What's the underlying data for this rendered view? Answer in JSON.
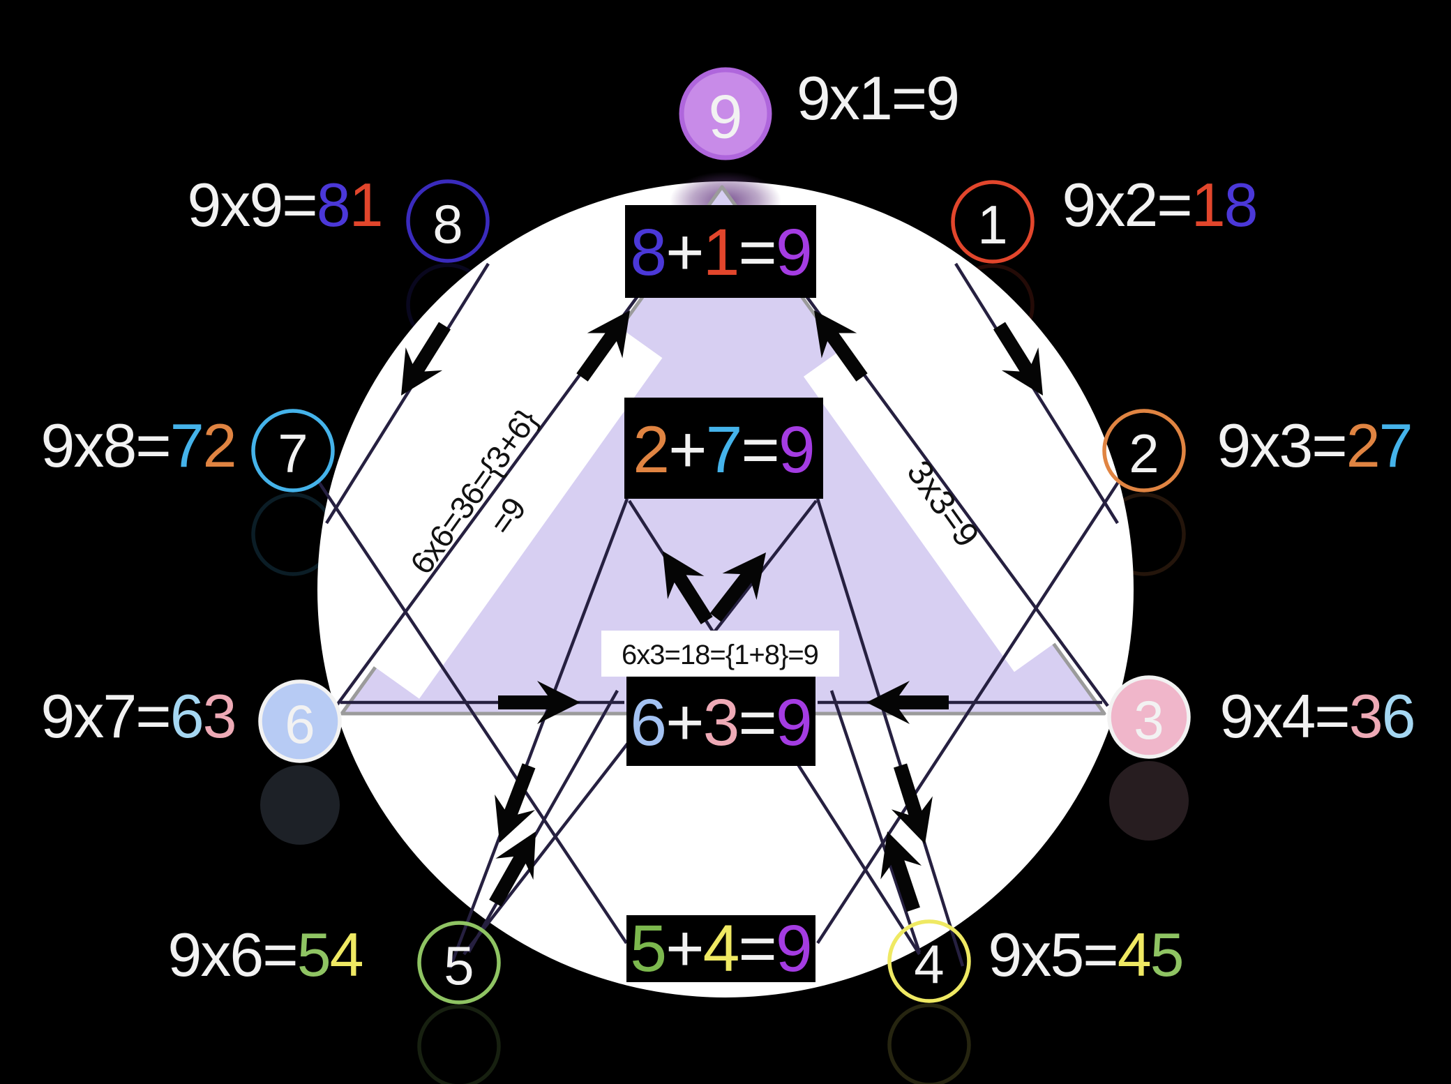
{
  "colors": {
    "white": "#f2f2f2",
    "black": "#000000",
    "indigo": "#4b38d8",
    "deep_indigo": "#3a2bbd",
    "red": "#e2462c",
    "cyan": "#45b3ea",
    "orange": "#e08442",
    "pale_blue": "#a5d7f2",
    "box_blue": "#a3c2f2",
    "pink": "#eeaab6",
    "green": "#8fc463",
    "box_green": "#7cb84e",
    "yellow": "#efe963",
    "purple": "#a43ce2",
    "node9_fill": "#c88be8",
    "node9_stroke": "#af66dc",
    "node6_fill": "#b7cbf4",
    "node3_fill": "#f0b6ca",
    "lavender": "#d7cff2",
    "triangle_edge": "#9b9b9b",
    "line": "#262040"
  },
  "nodes": {
    "n9": "9",
    "n8": "8",
    "n1": "1",
    "n7": "7",
    "n2": "2",
    "n6": "6",
    "n3": "3",
    "n5": "5",
    "n4": "4"
  },
  "outer": {
    "t9x1": {
      "pre": "9x1=9"
    },
    "t9x9": {
      "pre": "9x9=",
      "d1": "8",
      "d2": "1"
    },
    "t9x2": {
      "pre": "9x2=",
      "d1": "1",
      "d2": "8"
    },
    "t9x8": {
      "pre": "9x8=",
      "d1": "7",
      "d2": "2"
    },
    "t9x3": {
      "pre": "9x3=",
      "d1": "2",
      "d2": "7"
    },
    "t9x7": {
      "pre": "9x7=",
      "d1": "6",
      "d2": "3"
    },
    "t9x4": {
      "pre": "9x4=",
      "d1": "3",
      "d2": "6"
    },
    "t9x6": {
      "pre": "9x6=",
      "d1": "5",
      "d2": "4"
    },
    "t9x5": {
      "pre": "9x5=",
      "d1": "4",
      "d2": "5"
    }
  },
  "boxes": {
    "b81": {
      "a": "8",
      "plus": "+",
      "b": "1",
      "eq": "=",
      "r": "9"
    },
    "b27": {
      "a": "2",
      "plus": "+",
      "b": "7",
      "eq": "=",
      "r": "9"
    },
    "b63": {
      "a": "6",
      "plus": "+",
      "b": "3",
      "eq": "=",
      "r": "9"
    },
    "b54": {
      "a": "5",
      "plus": "+",
      "b": "4",
      "eq": "=",
      "r": "9"
    }
  },
  "notes": {
    "left_l1": "6x6=36={3+6}",
    "left_l2": "=9",
    "right": "3x3=9",
    "center": "6x3=18={1+8}=9"
  }
}
